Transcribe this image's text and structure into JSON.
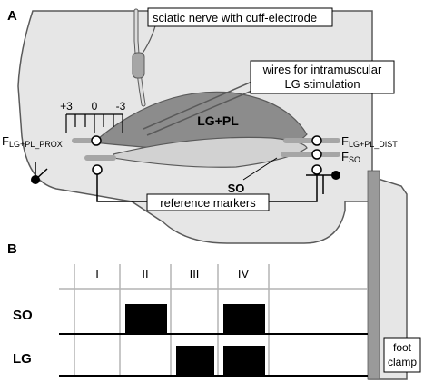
{
  "panel_a": {
    "letter": "A",
    "nerve_label": "sciatic nerve with cuff-electrode",
    "wires_label_line1": "wires for intramuscular",
    "wires_label_line2": "LG stimulation",
    "scale_labels": [
      "+3",
      "0",
      "-3"
    ],
    "muscle_lgpl": "LG+PL",
    "muscle_so": "SO",
    "force_prox": {
      "main": "F",
      "sub": "LG+PL_PROX"
    },
    "force_dist": {
      "main": "F",
      "sub": "LG+PL_DIST"
    },
    "force_so": {
      "main": "F",
      "sub": "SO"
    },
    "reference_label": "reference markers",
    "foot_clamp_line1": "foot",
    "foot_clamp_line2": "clamp"
  },
  "panel_b": {
    "letter": "B",
    "phases": [
      "I",
      "II",
      "III",
      "IV"
    ],
    "rows": [
      {
        "label": "SO",
        "active_phases": [
          "II",
          "IV"
        ]
      },
      {
        "label": "LG",
        "active_phases": [
          "III",
          "IV"
        ]
      }
    ]
  },
  "colors": {
    "limb_fill": "#e6e6e6",
    "muscle_dark": "#8c8c8c",
    "muscle_light": "#d2d2d2",
    "tendon": "#a6a6a6",
    "outline": "#5a5a5a",
    "grid": "#b4b4b4",
    "black": "#000000"
  }
}
